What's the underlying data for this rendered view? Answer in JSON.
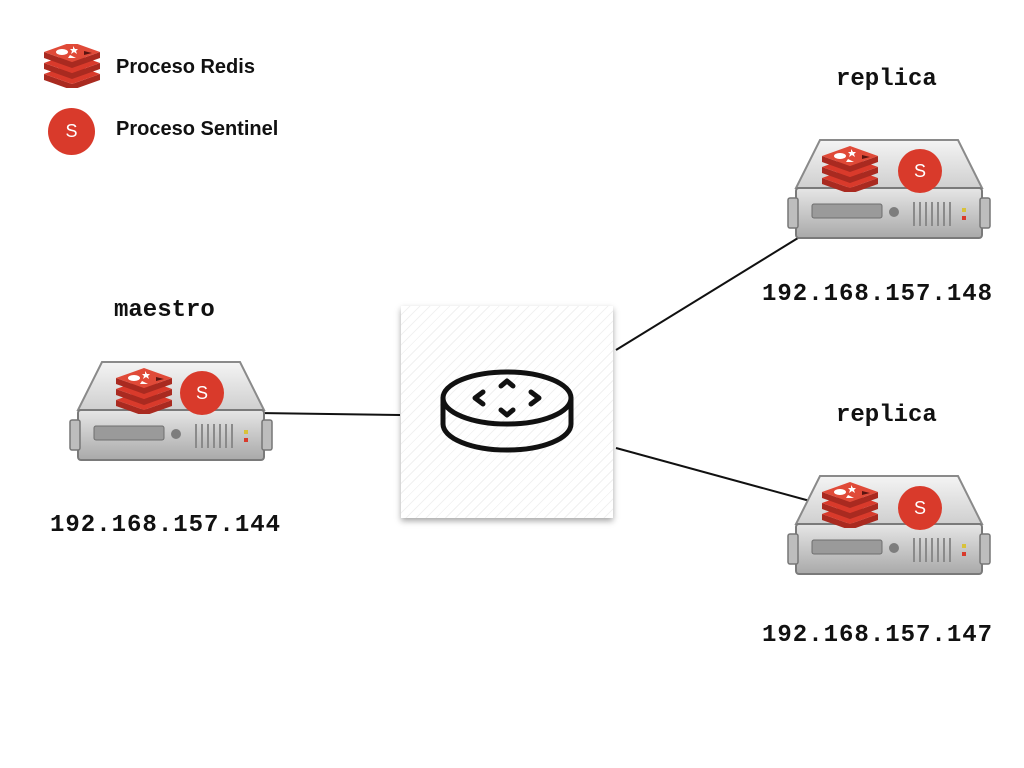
{
  "legend": {
    "redis_label": "Proceso Redis",
    "sentinel_label": "Proceso Sentinel",
    "sentinel_letter": "S"
  },
  "nodes": {
    "maestro": {
      "title": "maestro",
      "ip": "192.168.157.144"
    },
    "replica_top": {
      "title": "replica",
      "ip": "192.168.157.148"
    },
    "replica_bottom": {
      "title": "replica",
      "ip": "192.168.157.147"
    }
  },
  "sentinel_letter": "S",
  "colors": {
    "redis_red": "#d93a2b",
    "server_gray": "#c8c8c8"
  },
  "icons": [
    "redis-logo-icon",
    "sentinel-icon",
    "server-icon",
    "router-icon"
  ]
}
